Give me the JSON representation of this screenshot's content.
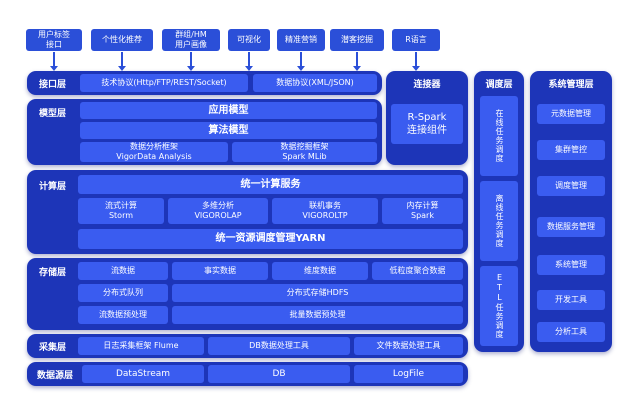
{
  "top_apps": [
    {
      "label": "用户标签\n接口"
    },
    {
      "label": "个性化推荐"
    },
    {
      "label": "群组/HM\n用户画像"
    },
    {
      "label": "可视化"
    },
    {
      "label": "精准营销"
    },
    {
      "label": "潜客挖掘"
    },
    {
      "label": "R语言"
    }
  ],
  "interface_layer": {
    "label": "接口层",
    "items": [
      "技术协议(Http/FTP/REST/Socket)",
      "数据协议(XML/JSON)"
    ]
  },
  "model_layer": {
    "label": "模型层",
    "app_model": "应用模型",
    "algo_model": "算法模型",
    "frameworks": [
      "数据分析框架\nVigorData Analysis",
      "数据挖掘框架\nSpark MLib"
    ]
  },
  "connector": {
    "title": "连接器",
    "component": "R-Spark\n连接组件"
  },
  "compute_layer": {
    "label": "计算层",
    "unified": "统一计算服务",
    "engines": [
      "流式计算\nStorm",
      "多维分析\nVIGOROLAP",
      "联机事务\nVIGOROLTP",
      "内存计算\nSpark"
    ],
    "yarn": "统一资源调度管理YARN"
  },
  "storage_layer": {
    "label": "存储层",
    "row1": [
      "流数据",
      "事实数据",
      "维度数据",
      "低粒度聚合数据"
    ],
    "queue": "分布式队列",
    "hdfs": "分布式存储HDFS",
    "stream_pre": "流数据预处理",
    "batch_pre": "批量数据预处理"
  },
  "collect_layer": {
    "label": "采集层",
    "items": [
      "日志采集框架 Flume",
      "DB数据处理工具",
      "文件数据处理工具"
    ]
  },
  "source_layer": {
    "label": "数据源层",
    "items": [
      "DataStream",
      "DB",
      "LogFile"
    ]
  },
  "scheduler_layer": {
    "title": "调度层",
    "items": [
      "在线任务调度",
      "离线任务调度",
      "ETL任务调度"
    ]
  },
  "system_mgmt": {
    "title": "系统管理层",
    "items": [
      "元数据管理",
      "集群管控",
      "调度管理",
      "数据服务管理",
      "系统管理",
      "开发工具",
      "分析工具"
    ]
  },
  "colors": {
    "panel": "#1d35b8",
    "box": "#3a5cf0",
    "top_box": "#2b4fd8"
  }
}
